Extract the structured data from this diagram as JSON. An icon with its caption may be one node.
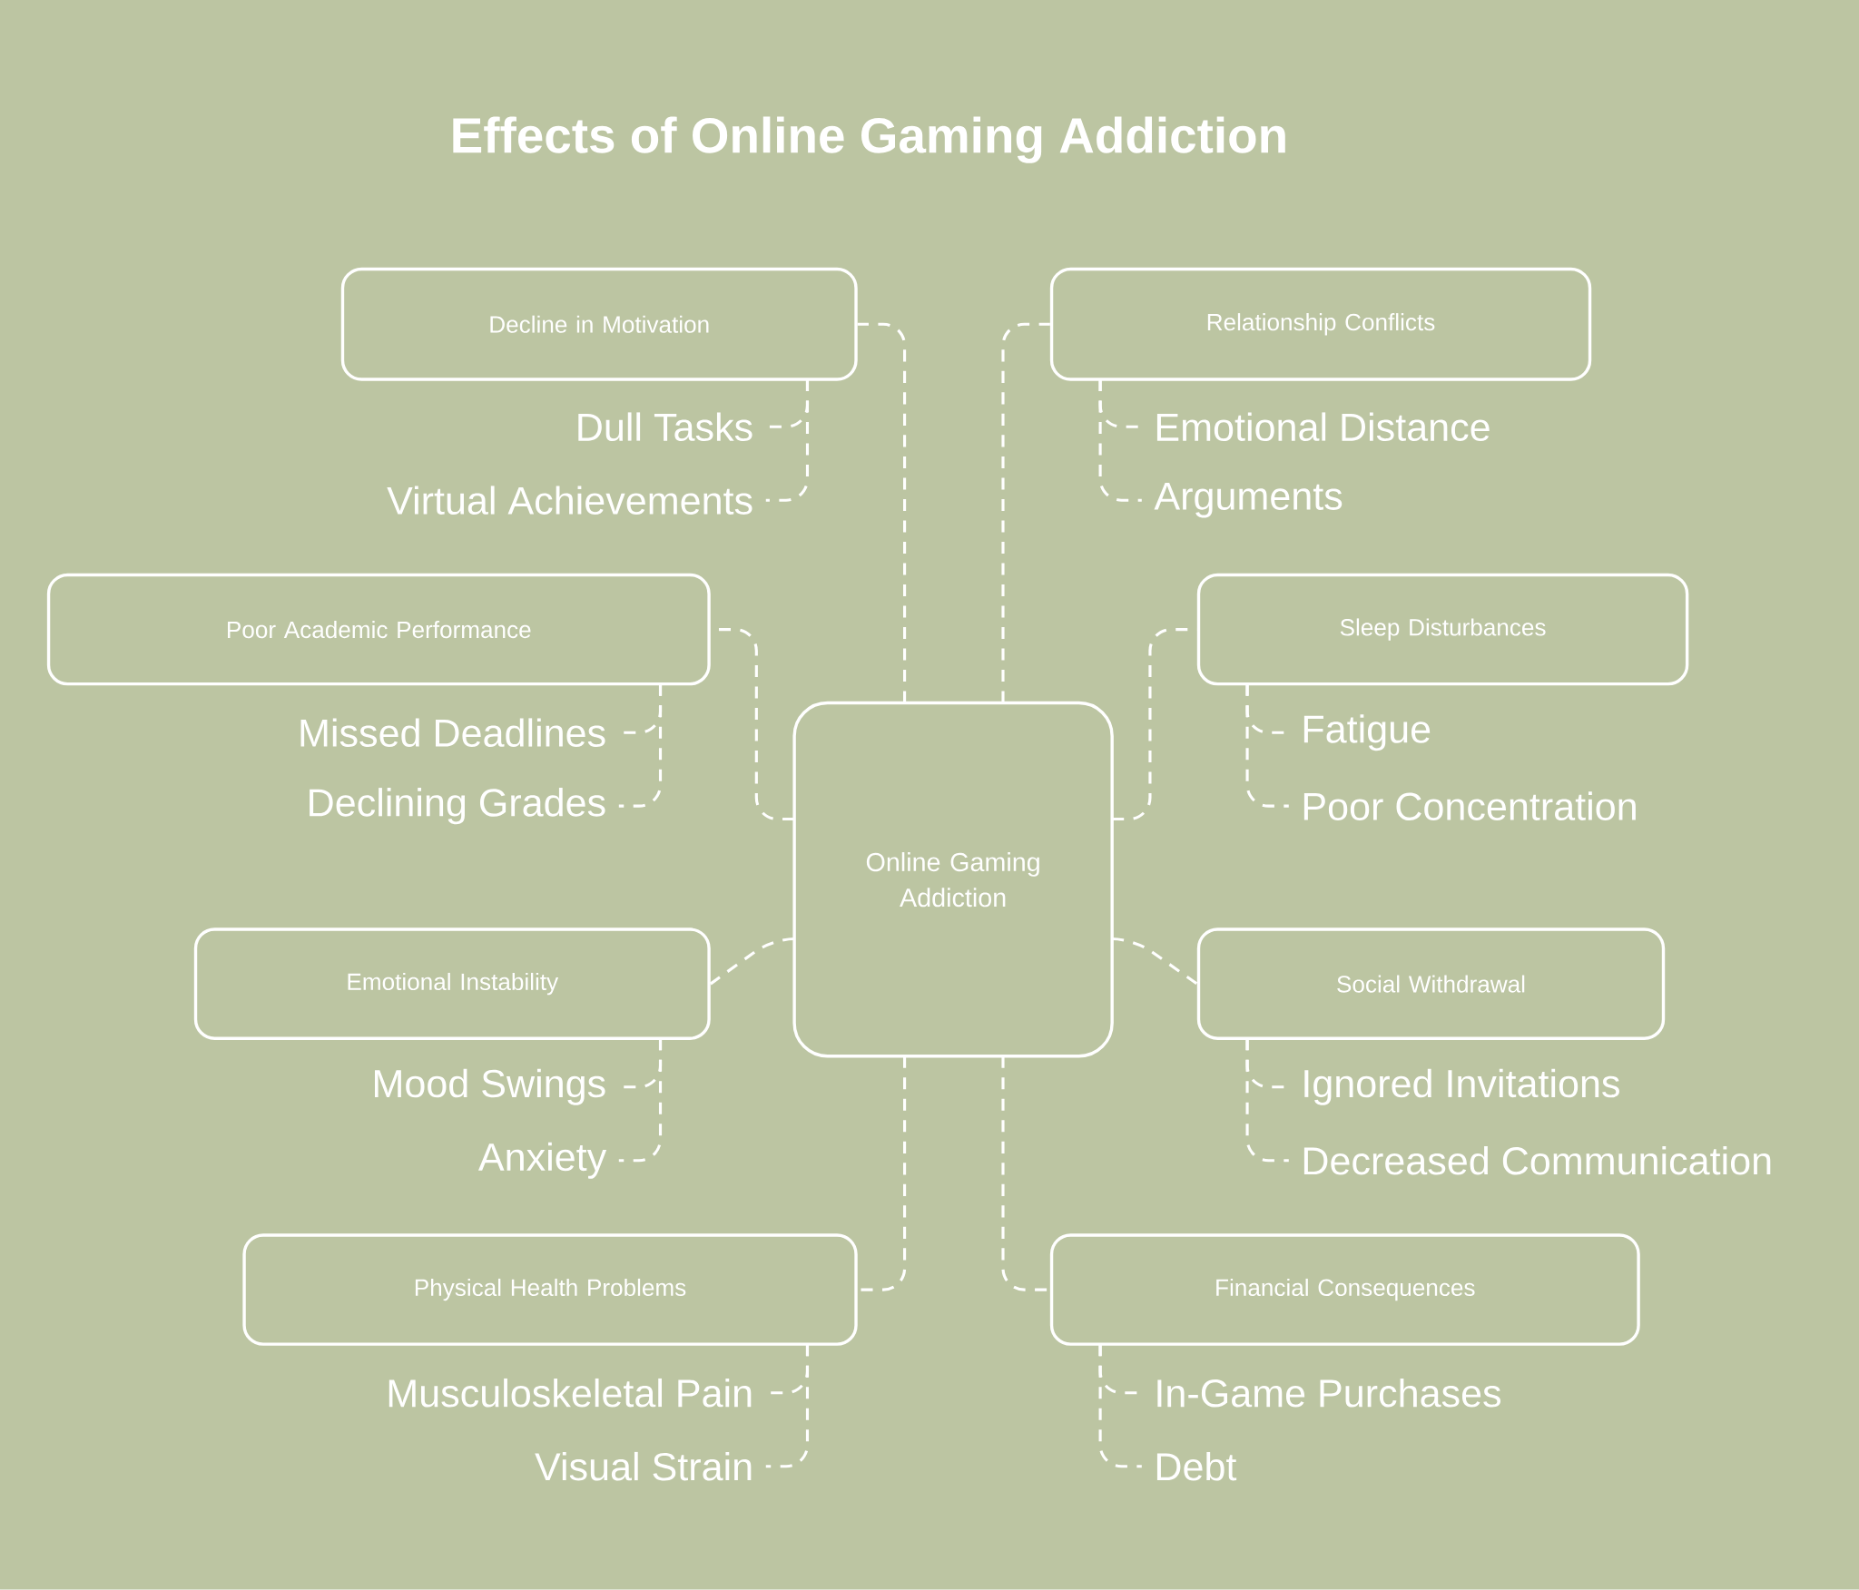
{
  "diagram": {
    "title": "Effects of Online Gaming Addiction",
    "nodes": [
      {
        "text": [
          "Online Gaming Addiction"
        ]
      },
      {
        "text": [
          "Decline in Motivation"
        ]
      },
      {
        "text": [
          "Dull Tasks"
        ]
      },
      {
        "text": [
          "Virtual Achievements"
        ]
      },
      {
        "text": [
          "Relationship Conflicts"
        ]
      },
      {
        "text": [
          "Emotional Distance"
        ]
      },
      {
        "text": [
          "Arguments"
        ]
      },
      {
        "text": [
          "Poor Academic Performance"
        ]
      },
      {
        "text": [
          "Missed Deadlines"
        ]
      },
      {
        "text": [
          "Declining Grades"
        ]
      },
      {
        "text": [
          "Sleep Disturbances"
        ]
      },
      {
        "text": [
          "Fatigue"
        ]
      },
      {
        "text": [
          "Poor Concentration"
        ]
      },
      {
        "text": [
          "Emotional Instability"
        ]
      },
      {
        "text": [
          "Mood Swings"
        ]
      },
      {
        "text": [
          "Anxiety"
        ]
      },
      {
        "text": [
          "Social Withdrawal"
        ]
      },
      {
        "text": [
          "Ignored Invitations"
        ]
      },
      {
        "text": [
          "Decreased Communication"
        ]
      },
      {
        "text": [
          "Physical Health Problems"
        ]
      },
      {
        "text": [
          "Musculoskeletal Pain"
        ]
      },
      {
        "text": [
          "Visual Strain"
        ]
      },
      {
        "text": [
          "Financial Consequences"
        ]
      },
      {
        "text": [
          "In-Game Purchases"
        ]
      },
      {
        "text": [
          "Debt"
        ]
      }
    ],
    "edges": [
      {
        "from": 0,
        "to": 1,
        "arrow": "none"
      },
      {
        "from": 0,
        "to": 4,
        "arrow": "none"
      },
      {
        "from": 0,
        "to": 7,
        "arrow": "none"
      },
      {
        "from": 0,
        "to": 10,
        "arrow": "none"
      },
      {
        "from": 0,
        "to": 13,
        "arrow": "none"
      },
      {
        "from": 0,
        "to": 16,
        "arrow": "none"
      },
      {
        "from": 0,
        "to": 19,
        "arrow": "none"
      },
      {
        "from": 0,
        "to": 22,
        "arrow": "none"
      },
      {
        "from": 1,
        "to": 2,
        "arrow": "none"
      },
      {
        "from": 1,
        "to": 3,
        "arrow": "none"
      },
      {
        "from": 4,
        "to": 5,
        "arrow": "none"
      },
      {
        "from": 4,
        "to": 6,
        "arrow": "none"
      },
      {
        "from": 7,
        "to": 8,
        "arrow": "none"
      },
      {
        "from": 7,
        "to": 9,
        "arrow": "none"
      },
      {
        "from": 10,
        "to": 11,
        "arrow": "none"
      },
      {
        "from": 10,
        "to": 12,
        "arrow": "none"
      },
      {
        "from": 13,
        "to": 14,
        "arrow": "none"
      },
      {
        "from": 13,
        "to": 15,
        "arrow": "none"
      },
      {
        "from": 16,
        "to": 17,
        "arrow": "none"
      },
      {
        "from": 16,
        "to": 18,
        "arrow": "none"
      },
      {
        "from": 19,
        "to": 20,
        "arrow": "none"
      },
      {
        "from": 19,
        "to": 21,
        "arrow": "none"
      },
      {
        "from": 22,
        "to": 23,
        "arrow": "none"
      },
      {
        "from": 22,
        "to": 24,
        "arrow": "none"
      }
    ]
  }
}
